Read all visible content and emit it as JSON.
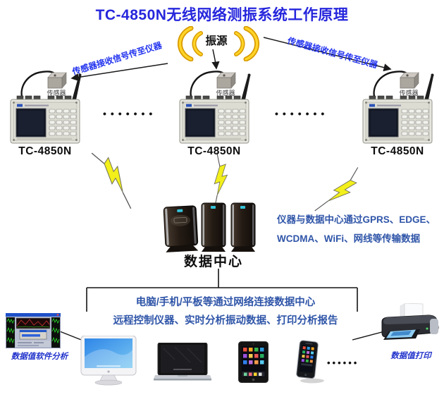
{
  "title": "TC-4850N无线网络测振系统工作原理",
  "source": {
    "label": "振源"
  },
  "links": {
    "left_label": "传感器接收信号传至仪器",
    "right_label": "传感器接收信号传至仪器"
  },
  "stations": [
    {
      "sensor_label": "传感器",
      "device_label": "TC-4850N"
    },
    {
      "sensor_label": "传感器",
      "device_label": "TC-4850N"
    },
    {
      "sensor_label": "传感器",
      "device_label": "TC-4850N"
    }
  ],
  "station_dots": {
    "left": "•••••••",
    "right": "•••••••"
  },
  "data_center": {
    "label": "数据中心",
    "transfer_note_line1": "仪器与数据中心通过GPRS、EDGE、",
    "transfer_note_line2": "WCDMA、WiFi、网线等传输数据"
  },
  "clients": {
    "note_line1": "电脑/手机/平板等通过网络连接数据中心",
    "note_line2": "远程控制仪器、实时分析振动数据、打印分析报告",
    "analysis_label": "数据值软件分析",
    "print_label": "数据值打印",
    "more_dots": "••••••"
  },
  "colors": {
    "title_blue": "#2626dd",
    "link_blue": "#2233ee",
    "note_blue": "#2f55a8",
    "script_blue": "#2233cc",
    "arc_gold": "#f0b400",
    "bolt_yellow": "#f2ef1b"
  }
}
